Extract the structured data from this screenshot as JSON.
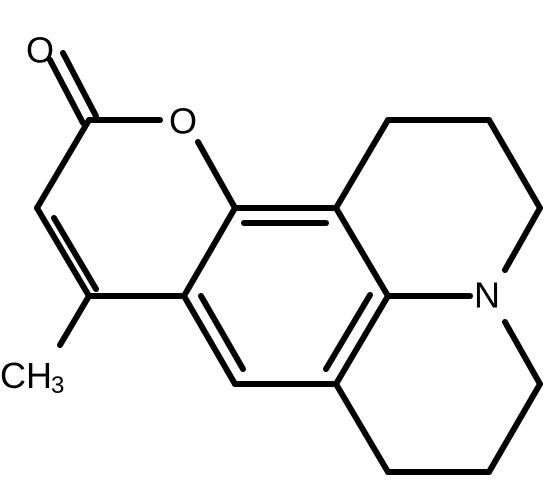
{
  "molecule": {
    "atoms": {
      "carbonyl_oxygen": "O",
      "ring_oxygen": "O",
      "nitrogen": "N",
      "methyl_c": "CH",
      "methyl_sub": "3"
    }
  },
  "colors": {
    "bond": "#000000",
    "label": "#000000",
    "background": "#ffffff"
  }
}
